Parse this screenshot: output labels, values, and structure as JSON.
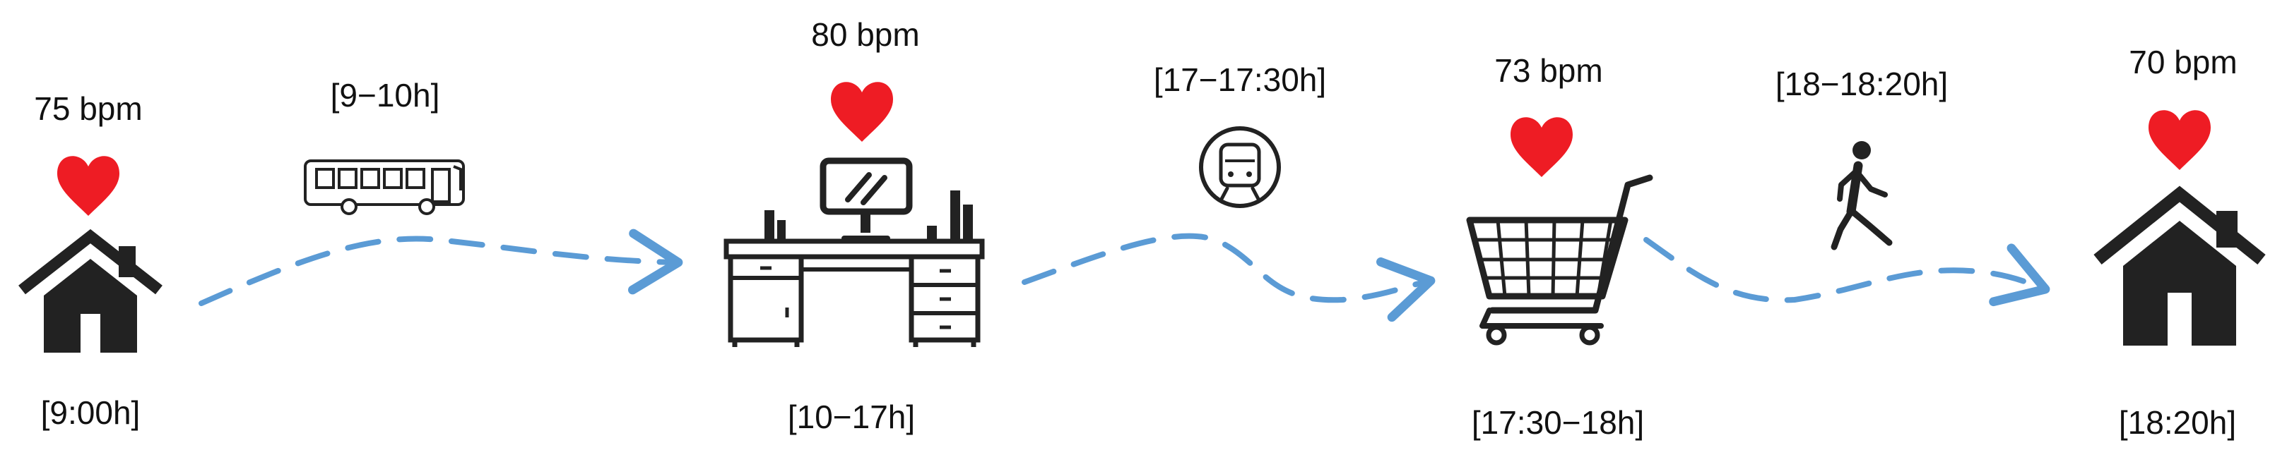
{
  "colors": {
    "heart": "#ee1c24",
    "path": "#5b9bd5",
    "icon": "#222222"
  },
  "stops": [
    {
      "icon": "house-icon",
      "bpm": "75 bpm",
      "time": "[9:00h]"
    },
    {
      "icon": "desk-icon",
      "bpm": "80 bpm",
      "time": "[10−17h]"
    },
    {
      "icon": "shopping-cart-icon",
      "bpm": "73 bpm",
      "time": "[17:30−18h]"
    },
    {
      "icon": "house-icon",
      "bpm": "70 bpm",
      "time": "[18:20h]"
    }
  ],
  "transits": [
    {
      "icon": "bus-icon",
      "time": "[9−10h]"
    },
    {
      "icon": "train-icon",
      "time": "[17−17:30h]"
    },
    {
      "icon": "walking-person-icon",
      "time": "[18−18:20h]"
    }
  ]
}
